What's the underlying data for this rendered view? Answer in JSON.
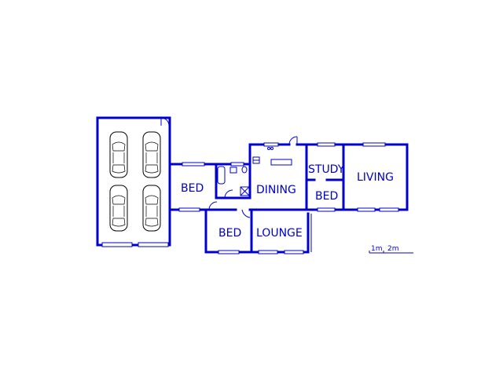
{
  "rooms": {
    "bed_left": "BED",
    "dining": "DINING",
    "study": "STUDY",
    "living": "LIVING",
    "bed_small": "BED",
    "bed_bottom": "BED",
    "lounge": "LOUNGE"
  },
  "scale": {
    "one": "1m",
    "two": "2m"
  },
  "colors": {
    "wall": "#0000cc",
    "car": "#000000"
  },
  "garage": {
    "car_count": 4
  }
}
